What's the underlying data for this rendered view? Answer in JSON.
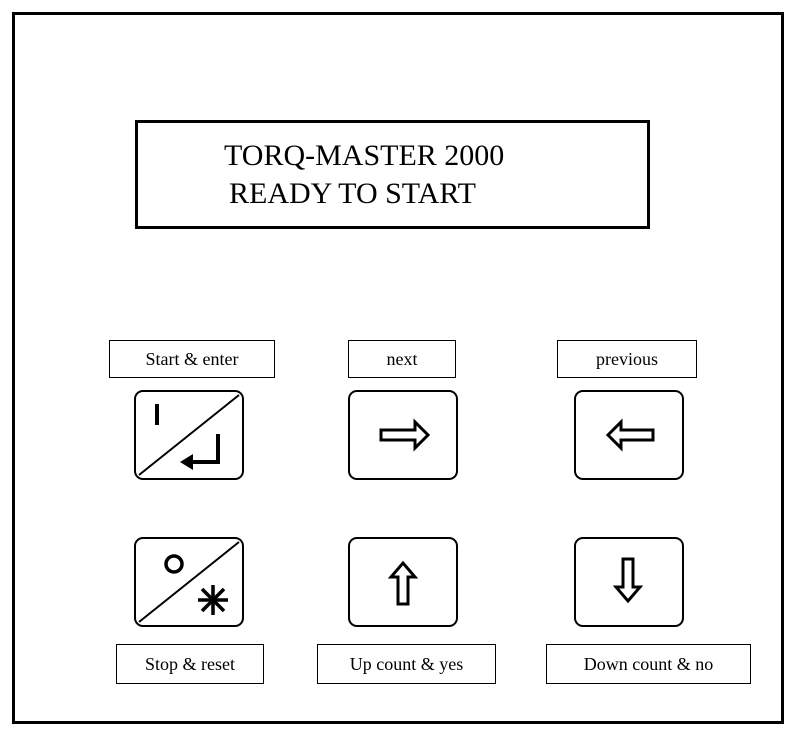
{
  "display": {
    "line1": "TORQ-MASTER 2000",
    "line2": "READY TO START"
  },
  "keys": [
    {
      "label": "Start & enter",
      "icon": "start-enter-icon"
    },
    {
      "label": "next",
      "icon": "right-arrow-icon"
    },
    {
      "label": "previous",
      "icon": "left-arrow-icon"
    },
    {
      "label": "Stop & reset",
      "icon": "stop-reset-icon"
    },
    {
      "label": "Up count & yes",
      "icon": "up-arrow-icon"
    },
    {
      "label": "Down count & no",
      "icon": "down-arrow-icon"
    }
  ]
}
